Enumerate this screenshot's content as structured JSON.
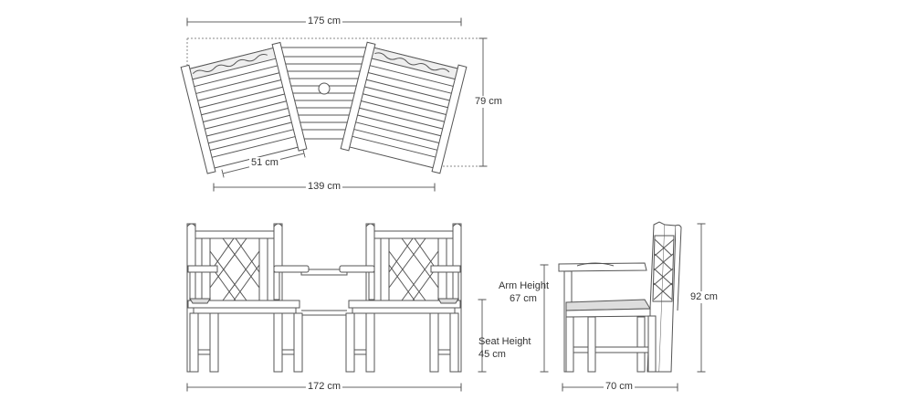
{
  "dimensions": {
    "top_width": "175 cm",
    "top_depth": "79 cm",
    "seat_width": "51 cm",
    "inner_width": "139 cm",
    "front_width": "172 cm",
    "arm_height_label": "Arm Height",
    "arm_height_value": "67 cm",
    "seat_height_label": "Seat Height",
    "seat_height_value": "45 cm",
    "side_height": "92 cm",
    "side_depth": "70 cm"
  },
  "colors": {
    "line": "#555555",
    "wood": "#ffffff",
    "shade": "#d9d9d9",
    "dim": "#666666"
  }
}
